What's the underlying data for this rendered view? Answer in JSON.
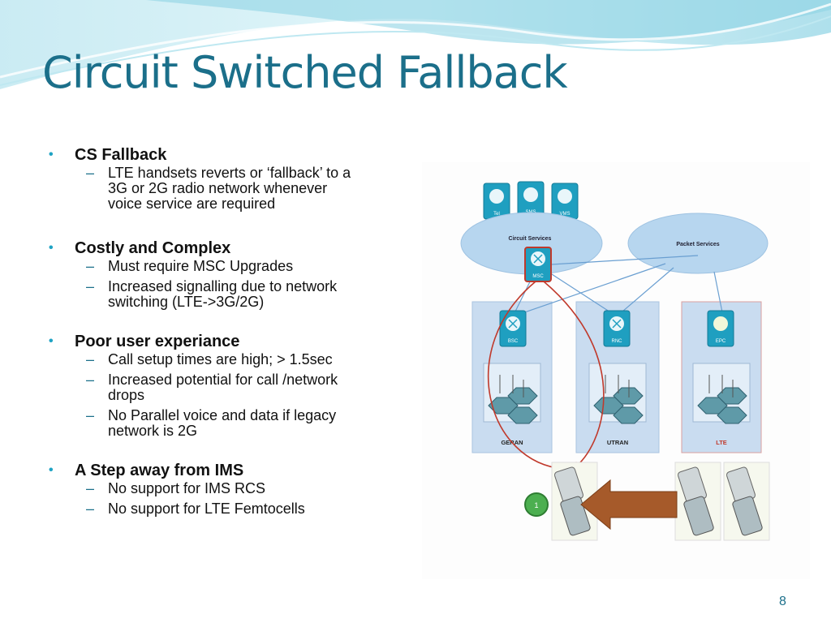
{
  "slide": {
    "title": "Circuit Switched Fallback",
    "page_number": "8"
  },
  "bullets": [
    {
      "heading": "CS Fallback",
      "items": [
        [
          "LTE handsets reverts or ‘fallback’ to a",
          "3G or 2G  radio network whenever",
          "voice service are required"
        ]
      ]
    },
    {
      "heading": "Costly and Complex",
      "items": [
        [
          "Must require MSC Upgrades"
        ],
        [
          "Increased signalling due to network",
          "switching (LTE->3G/2G)"
        ]
      ]
    },
    {
      "heading": "Poor user experiance",
      "items": [
        [
          "Call setup times are  high; > 1.5sec"
        ],
        [
          "Increased potential for call /network",
          "drops"
        ],
        [
          "No Parallel voice and data if legacy",
          "network is 2G"
        ]
      ]
    },
    {
      "heading": "A Step away from IMS",
      "items": [
        [
          "No  support for IMS RCS"
        ],
        [
          "No  support  for LTE Femtocells"
        ]
      ]
    }
  ],
  "diagram": {
    "services": [
      "Tel",
      "SMS",
      "VMS"
    ],
    "circuit_services": "Circuit Services",
    "packet_services": "Packet Services",
    "msc": "MSC",
    "nodes": [
      "BSC",
      "RNC",
      "EPC"
    ],
    "networks": [
      "GERAN",
      "UTRAN",
      "LTE"
    ],
    "step": "1",
    "colors": {
      "title": "#1b6f8a",
      "bullet": "#1fa3c4",
      "arrow": "#c0392b",
      "lte_label": "#c0392b"
    }
  }
}
